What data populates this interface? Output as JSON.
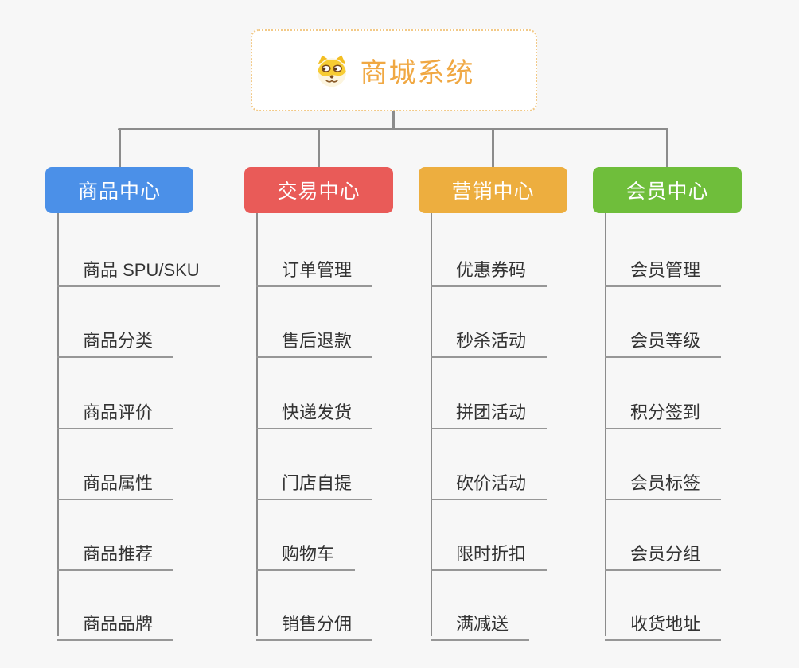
{
  "root": {
    "title": "商城系统",
    "icon": "dog-face-icon",
    "title_color": "#f0a843",
    "border_color": "#f2c987"
  },
  "branches": [
    {
      "label": "商品中心",
      "color": "#4b90e8",
      "children": [
        "商品 SPU/SKU",
        "商品分类",
        "商品评价",
        "商品属性",
        "商品推荐",
        "商品品牌"
      ]
    },
    {
      "label": "交易中心",
      "color": "#e95b58",
      "children": [
        "订单管理",
        "售后退款",
        "快递发货",
        "门店自提",
        "购物车",
        "销售分佣"
      ]
    },
    {
      "label": "营销中心",
      "color": "#edae3f",
      "children": [
        "优惠券码",
        "秒杀活动",
        "拼团活动",
        "砍价活动",
        "限时折扣",
        "满减送"
      ]
    },
    {
      "label": "会员中心",
      "color": "#6fbe3b",
      "children": [
        "会员管理",
        "会员等级",
        "积分签到",
        "会员标签",
        "会员分组",
        "收货地址"
      ]
    }
  ],
  "colors": {
    "background": "#f7f7f7",
    "connector": "#8c8c8c",
    "leaf_underline": "#979797",
    "leaf_text": "#333333",
    "branch_text": "#ffffff"
  }
}
